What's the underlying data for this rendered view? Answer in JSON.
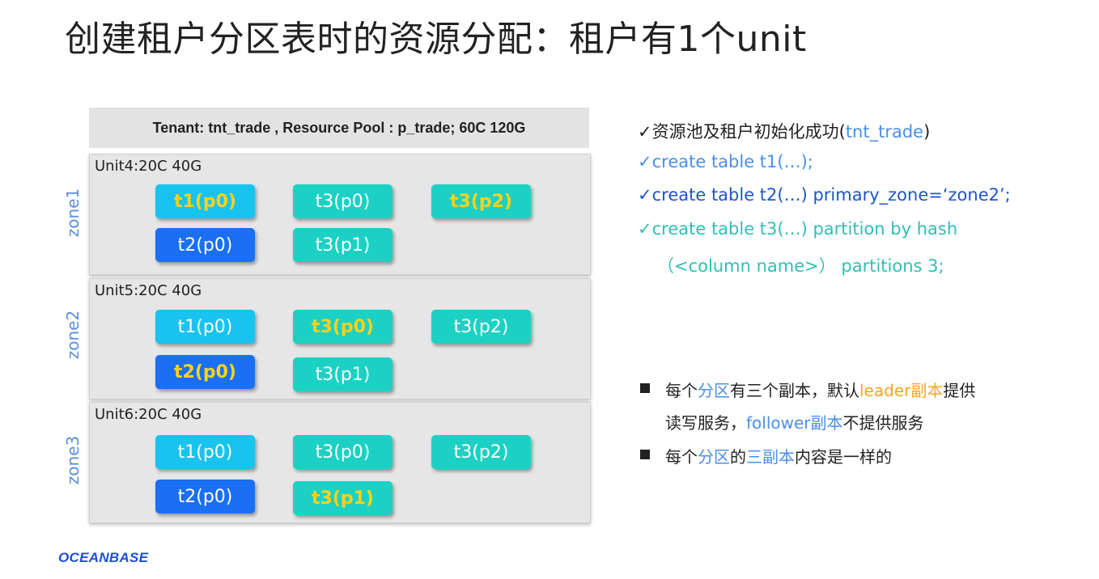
{
  "title": "创建租户分区表时的资源分配：租户有1个unit",
  "tenant_header": "Tenant: tnt_trade , Resource Pool : p_trade; 60C 120G",
  "units": [
    {
      "label": "Unit4:20C 40G",
      "zone": "zone1",
      "partitions": [
        {
          "text": "t1(p0)",
          "table": "t1",
          "leader": true
        },
        {
          "text": "t3(p0)",
          "table": "t3",
          "leader": false
        },
        {
          "text": "t3(p2)",
          "table": "t3",
          "leader": true
        },
        {
          "text": "t2(p0)",
          "table": "t2",
          "leader": false
        },
        {
          "text": "t3(p1)",
          "table": "t3",
          "leader": false
        }
      ]
    },
    {
      "label": "Unit5:20C 40G",
      "zone": "zone2",
      "partitions": [
        {
          "text": "t1(p0)",
          "table": "t1",
          "leader": false
        },
        {
          "text": "t3(p0)",
          "table": "t3",
          "leader": true
        },
        {
          "text": "t3(p2)",
          "table": "t3",
          "leader": false
        },
        {
          "text": "t2(p0)",
          "table": "t2",
          "leader": true
        },
        {
          "text": "t3(p1)",
          "table": "t3",
          "leader": false
        }
      ]
    },
    {
      "label": "Unit6:20C 40G",
      "zone": "zone3",
      "partitions": [
        {
          "text": "t1(p0)",
          "table": "t1",
          "leader": false
        },
        {
          "text": "t3(p0)",
          "table": "t3",
          "leader": false
        },
        {
          "text": "t3(p2)",
          "table": "t3",
          "leader": false
        },
        {
          "text": "t2(p0)",
          "table": "t2",
          "leader": false
        },
        {
          "text": "t3(p1)",
          "table": "t3",
          "leader": true
        }
      ]
    }
  ],
  "steps": [
    {
      "check": "✓",
      "parts": [
        {
          "text": "资源池及租户初始化成功(",
          "color": "dark"
        },
        {
          "text": "tnt_trade",
          "color": "blue"
        },
        {
          "text": ")",
          "color": "dark"
        }
      ],
      "check_color": "dark"
    },
    {
      "check": "✓",
      "parts": [
        {
          "text": "create table t1(…);",
          "color": "blue"
        }
      ],
      "check_color": "blue"
    },
    {
      "check": "✓",
      "parts": [
        {
          "text": "create table t2(…) primary_zone=‘zone2’;",
          "color": "navy"
        }
      ],
      "check_color": "navy"
    },
    {
      "check": "✓",
      "parts": [
        {
          "text": "create table t3(…) partition by hash",
          "color": "teal"
        }
      ],
      "check_color": "teal"
    },
    {
      "check": "",
      "parts": [
        {
          "text": "（<column name>） partitions 3;",
          "color": "teal"
        }
      ],
      "check_color": "teal"
    }
  ],
  "notes": [
    {
      "lines": [
        [
          {
            "text": "每个",
            "color": "dark"
          },
          {
            "text": "分区",
            "color": "blue"
          },
          {
            "text": "有三个副本，默认",
            "color": "dark"
          },
          {
            "text": "leader副本",
            "color": "gold"
          },
          {
            "text": "提供",
            "color": "dark"
          }
        ],
        [
          {
            "text": "读写服务，",
            "color": "dark"
          },
          {
            "text": "follower副本",
            "color": "blue"
          },
          {
            "text": "不提供服务",
            "color": "dark"
          }
        ]
      ]
    },
    {
      "lines": [
        [
          {
            "text": "每个",
            "color": "dark"
          },
          {
            "text": "分区",
            "color": "blue"
          },
          {
            "text": "的",
            "color": "dark"
          },
          {
            "text": "三副本",
            "color": "blue"
          },
          {
            "text": "内容是一样的",
            "color": "dark"
          }
        ]
      ]
    }
  ],
  "logo": "OCEANBASE",
  "colors": {
    "t1": "#19c3f0",
    "t2": "#1a6ff3",
    "t3": "#1cd1c4",
    "leader_text": "#ffd21a",
    "zone_label": "#5b8fe0"
  }
}
